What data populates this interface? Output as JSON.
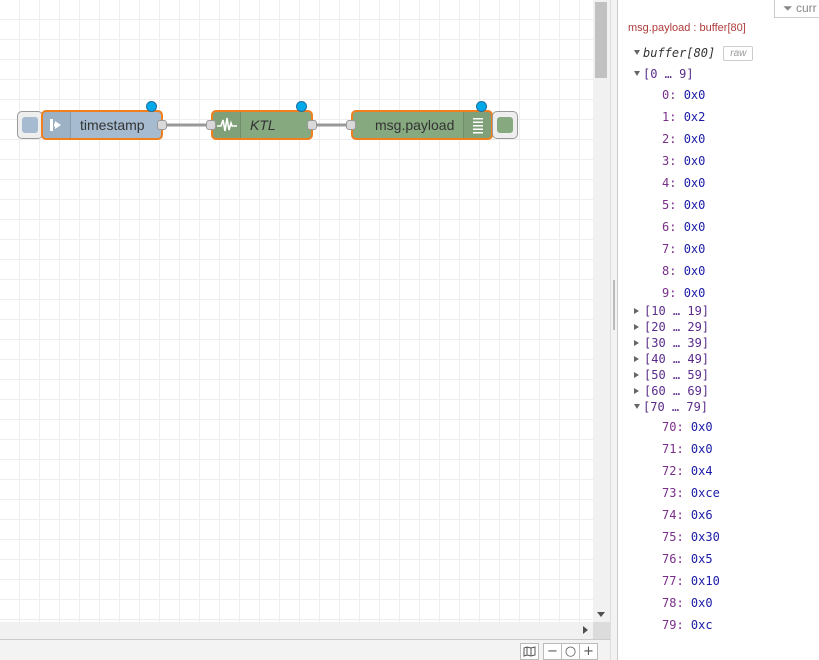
{
  "flow": {
    "nodes": [
      {
        "label": "timestamp",
        "icon": "inject-arrow-icon",
        "color": "#a6bbcf"
      },
      {
        "label": "KTL",
        "icon": "pulse-wave-icon",
        "color": "#87a980"
      },
      {
        "label": "msg.payload",
        "icon": "debug-list-icon",
        "color": "#87a980"
      }
    ]
  },
  "sidebar": {
    "filter_label": "curr",
    "path": "msg.payload : buffer[80]",
    "buffer_label": "buffer[80]",
    "raw_label": "raw",
    "group_first": "[0 … 9]",
    "first_items": [
      {
        "i": "0",
        "v": "0x0"
      },
      {
        "i": "1",
        "v": "0x2"
      },
      {
        "i": "2",
        "v": "0x0"
      },
      {
        "i": "3",
        "v": "0x0"
      },
      {
        "i": "4",
        "v": "0x0"
      },
      {
        "i": "5",
        "v": "0x0"
      },
      {
        "i": "6",
        "v": "0x0"
      },
      {
        "i": "7",
        "v": "0x0"
      },
      {
        "i": "8",
        "v": "0x0"
      },
      {
        "i": "9",
        "v": "0x0"
      }
    ],
    "collapsed_groups": [
      "[10 … 19]",
      "[20 … 29]",
      "[30 … 39]",
      "[40 … 49]",
      "[50 … 59]",
      "[60 … 69]"
    ],
    "group_last": "[70 … 79]",
    "last_items": [
      {
        "i": "70",
        "v": "0x0"
      },
      {
        "i": "71",
        "v": "0x0"
      },
      {
        "i": "72",
        "v": "0x4"
      },
      {
        "i": "73",
        "v": "0xce"
      },
      {
        "i": "74",
        "v": "0x6"
      },
      {
        "i": "75",
        "v": "0x30"
      },
      {
        "i": "76",
        "v": "0x5"
      },
      {
        "i": "77",
        "v": "0x10"
      },
      {
        "i": "78",
        "v": "0x0"
      },
      {
        "i": "79",
        "v": "0xc"
      }
    ]
  },
  "footer": {
    "map_icon": "map-icon",
    "zoom_out": "−",
    "zoom_reset": "○",
    "zoom_in": "+"
  }
}
